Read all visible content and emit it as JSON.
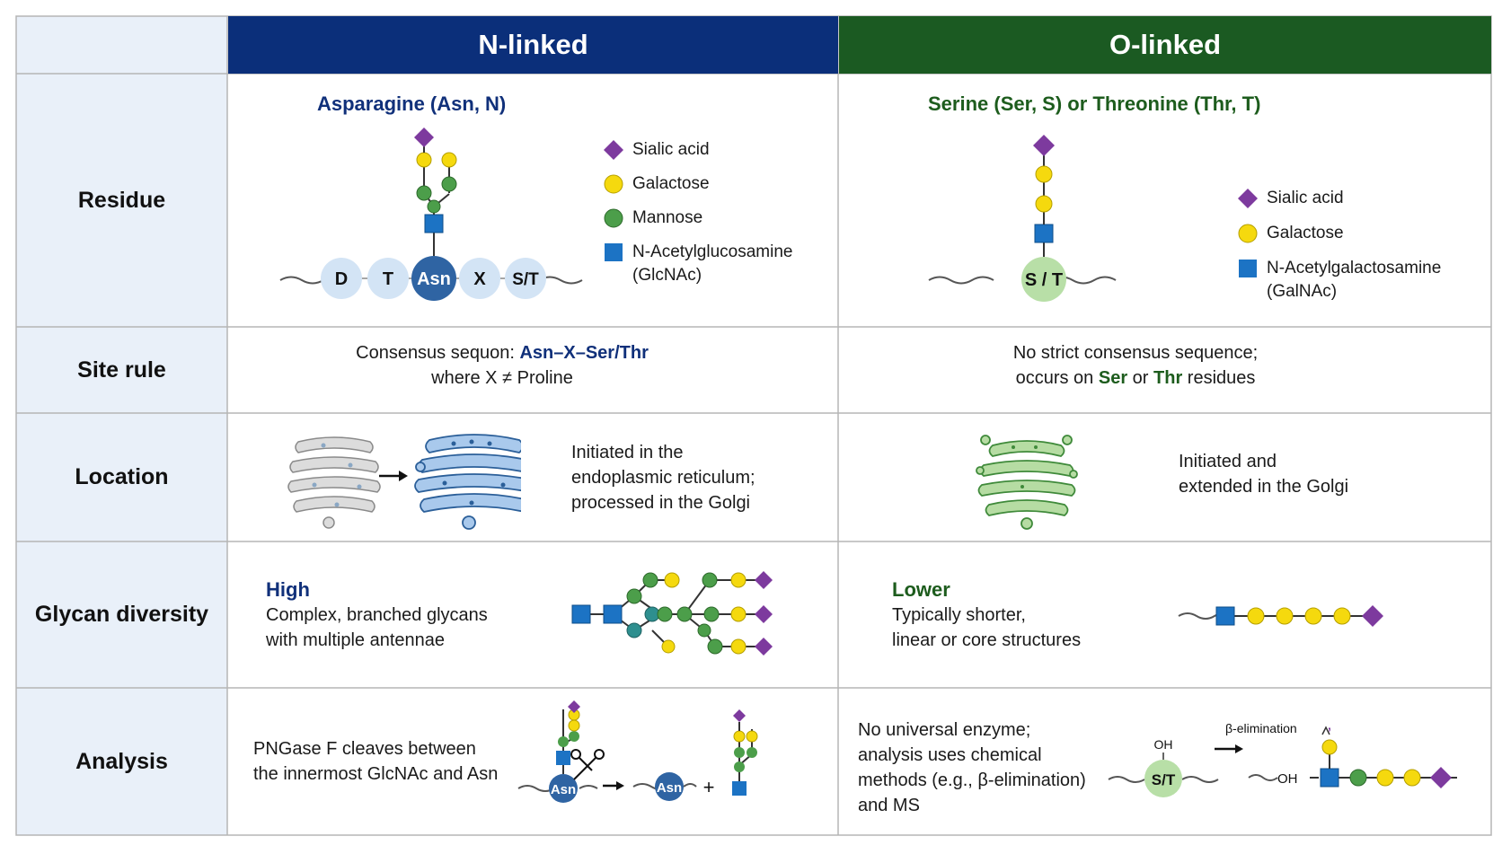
{
  "columns": {
    "n_linked": "N-linked",
    "o_linked": "O-linked"
  },
  "rows": {
    "residue": "Residue",
    "site_rule": "Site rule",
    "location": "Location",
    "glycan_diversity": "Glycan diversity",
    "analysis": "Analysis"
  },
  "residue": {
    "n_title": "Asparagine (Asn, N)",
    "o_title": "Serine (Ser, S) or Threonine (Thr, T)",
    "n_sequence": [
      "D",
      "T",
      "Asn",
      "X",
      "S/T"
    ],
    "o_residue": "S / T",
    "n_legend": [
      {
        "label": "Sialic acid",
        "icon": "diamond-icon"
      },
      {
        "label": "Galactose",
        "icon": "circle-icon"
      },
      {
        "label": "Mannose",
        "icon": "circle-icon"
      },
      {
        "label": "N-Acetylglucosamine",
        "label2": "(GlcNAc)",
        "icon": "square-icon"
      }
    ],
    "o_legend": [
      {
        "label": "Sialic acid",
        "icon": "diamond-icon"
      },
      {
        "label": "Galactose",
        "icon": "circle-icon"
      },
      {
        "label": "N-Acetylgalactosamine",
        "label2": "(GalNAc)",
        "icon": "square-icon"
      }
    ]
  },
  "site_rule": {
    "n_line1_pre": "Consensus sequon: ",
    "n_line1_bold": "Asn–X–Ser/Thr",
    "n_line2": "where X ≠ Proline",
    "o_line1": "No strict consensus sequence;",
    "o_line2_pre": "occurs on ",
    "o_line2_ser": "Ser",
    "o_line2_or": " or ",
    "o_line2_thr": "Thr",
    "o_line2_post": " residues"
  },
  "location": {
    "n_lines": [
      "Initiated in the",
      "endoplasmic reticulum;",
      "processed in the Golgi"
    ],
    "o_lines": [
      "Initiated and",
      "extended in the Golgi"
    ]
  },
  "diversity": {
    "n_level": "High",
    "n_lines": [
      "Complex, branched glycans",
      "with multiple antennae"
    ],
    "o_level": "Lower",
    "o_lines": [
      "Typically shorter,",
      "linear or core structures"
    ]
  },
  "analysis": {
    "n_lines": [
      "PNGase F cleaves between",
      "the innermost GlcNAc and Asn"
    ],
    "n_residue": "Asn",
    "n_plus": "+",
    "o_lines": [
      "No universal enzyme;",
      "analysis uses chemical",
      "methods (e.g., β-elimination)",
      "and MS"
    ],
    "o_residue": "S/T",
    "oh_label": "OH",
    "beta_label": "β-elimination",
    "oh_product": "OH"
  },
  "colors": {
    "n_header": "#0b2f7a",
    "o_header": "#1b5a22",
    "label_bg": "#e9f0f9",
    "sialic": "#7d3a9e",
    "galactose": "#f5d90e",
    "mannose": "#4c9e4a",
    "glcnac": "#1c73c4",
    "asn": "#2f64a3",
    "st_green": "#b8dfa7"
  }
}
